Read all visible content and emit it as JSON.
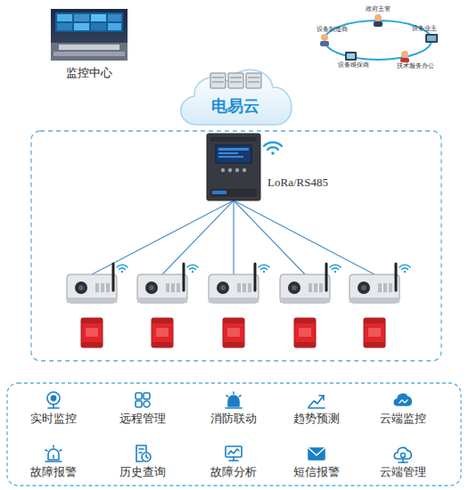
{
  "diagram": {
    "nodes": [
      {
        "text": [
          "电易云"
        ]
      },
      {
        "text": [
          "监控中心"
        ]
      }
    ],
    "labels": [
      "政府主管",
      "设备制造商",
      "设备业主",
      "设备维保商",
      "技术服务办公",
      "LoRa/RS485",
      "实时监控",
      "远程管理",
      "消防联动",
      "趋势预测",
      "云端监控",
      "故障报警",
      "历史查询",
      "故障分析",
      "短信报警",
      "云端管理"
    ]
  }
}
